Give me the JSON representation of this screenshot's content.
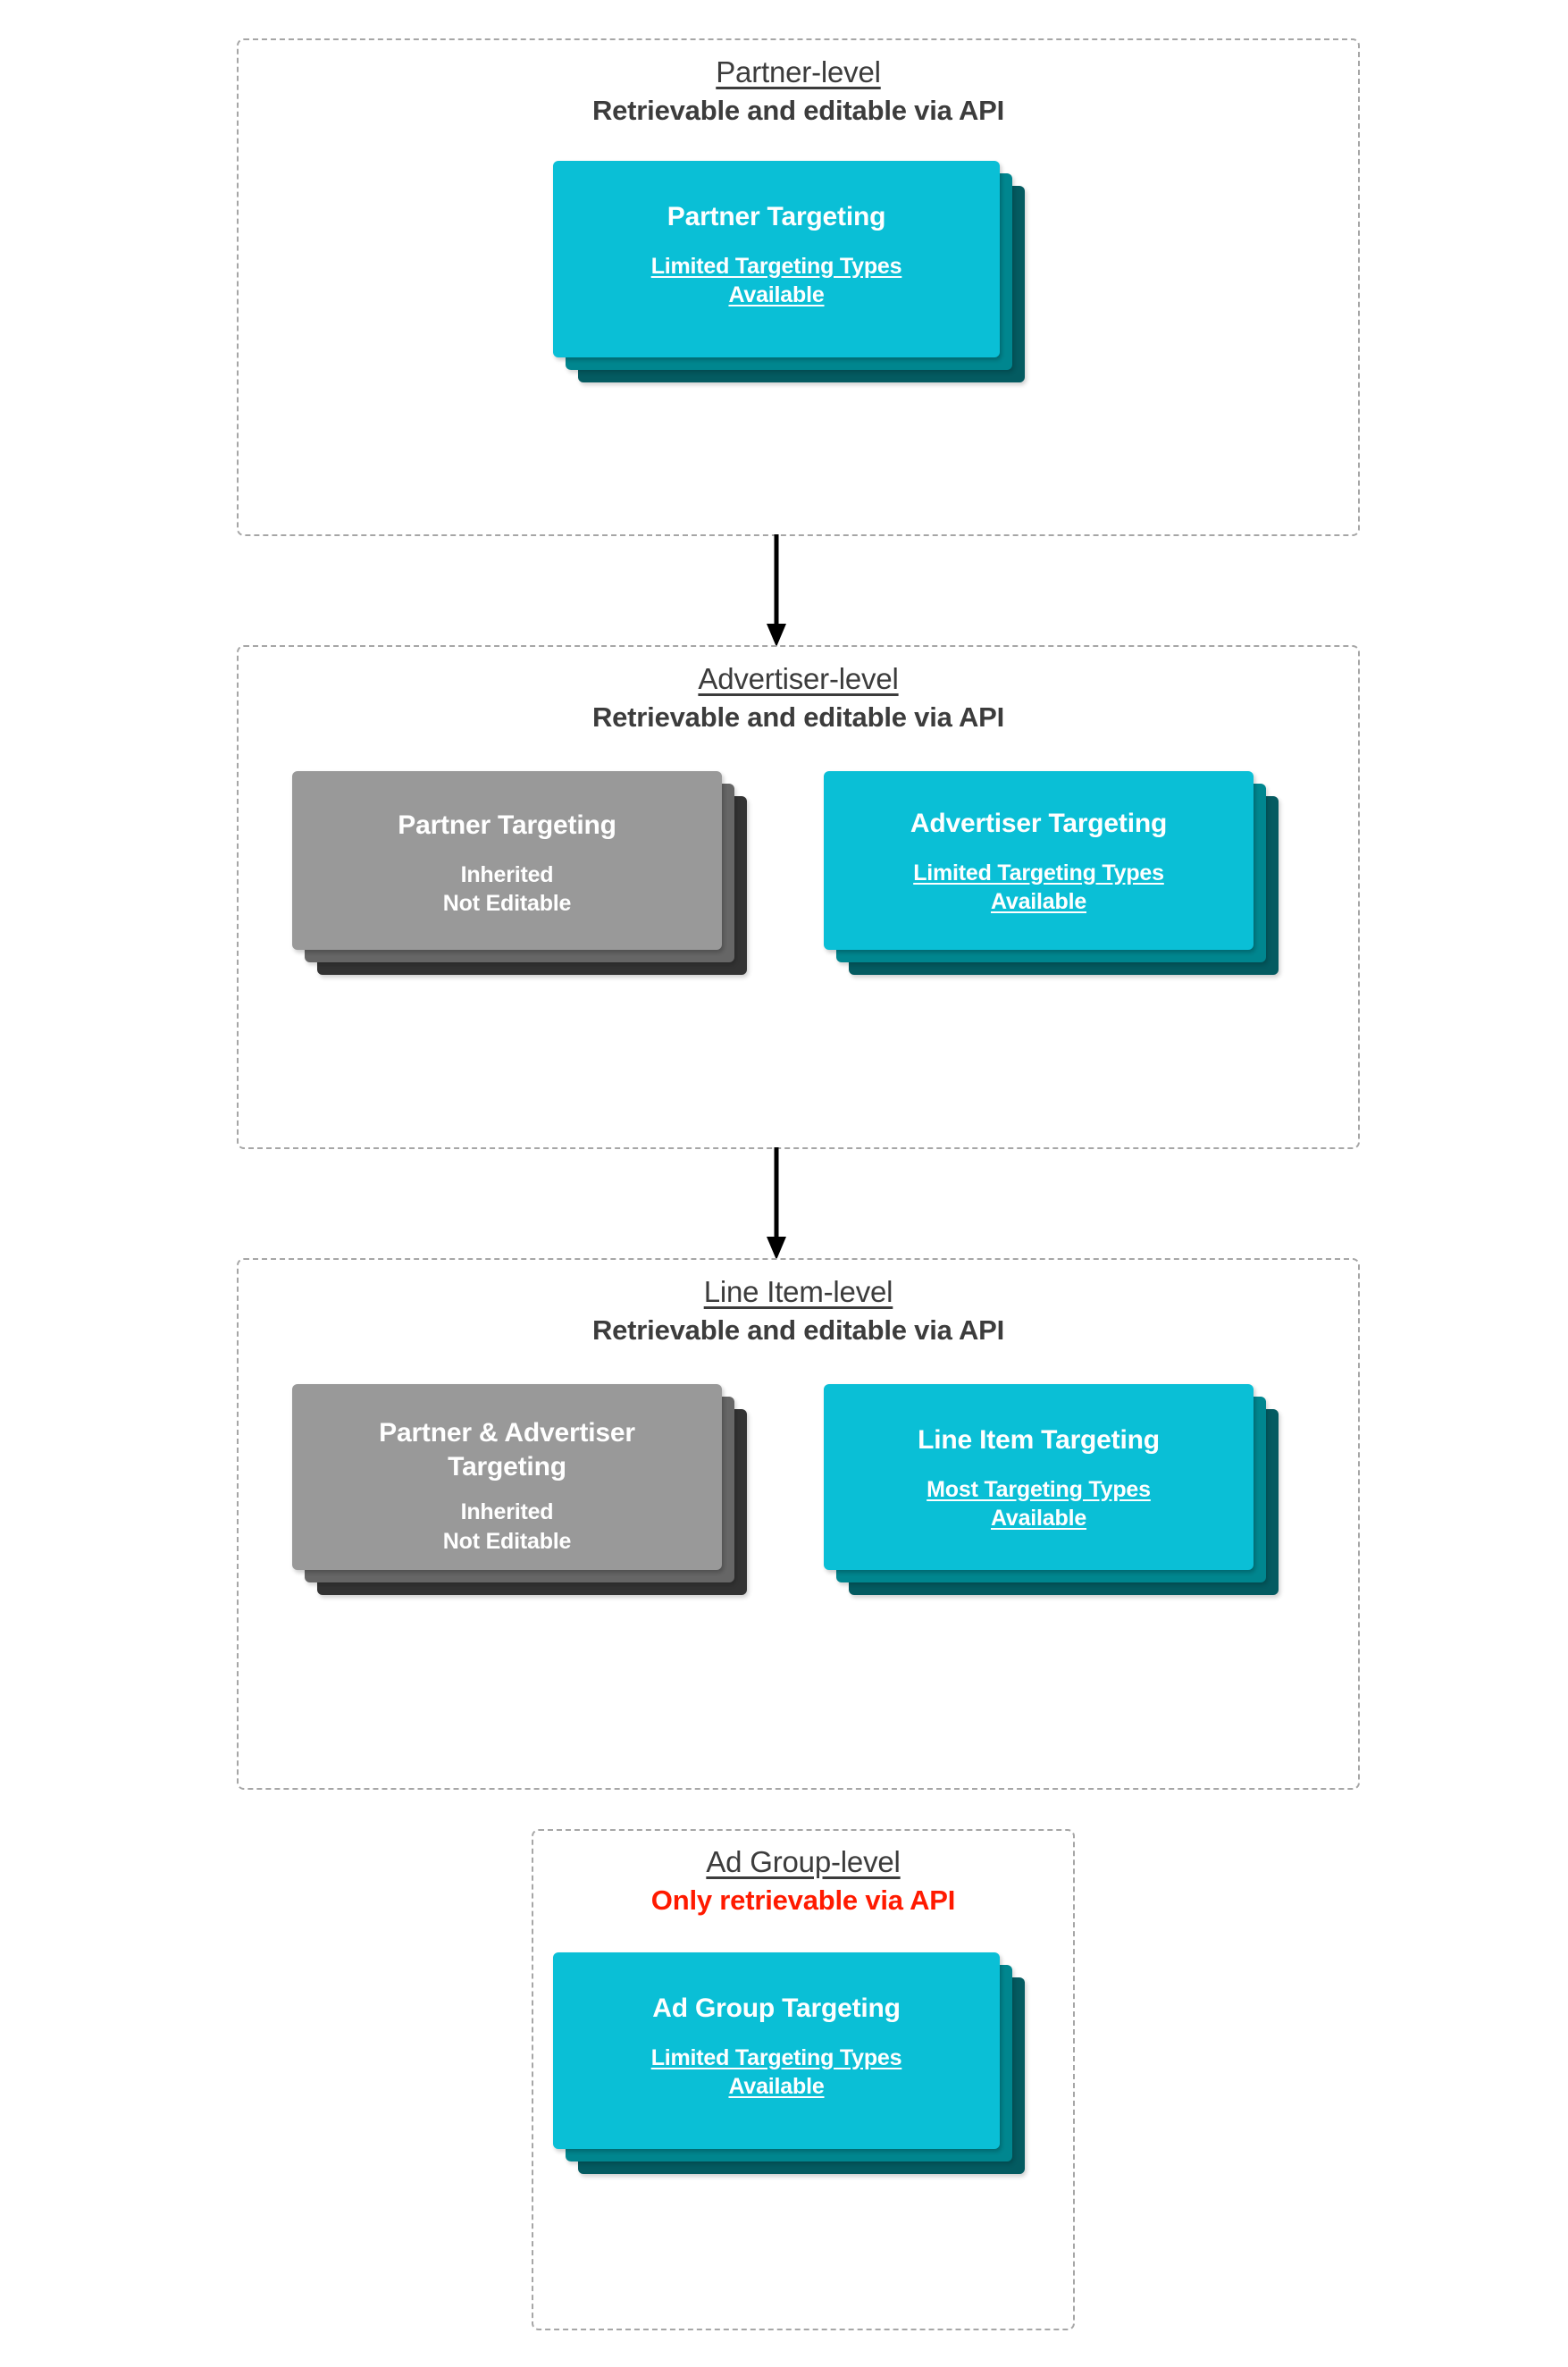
{
  "diagram": {
    "title_context": "Targeting inheritance across API levels",
    "colors": {
      "card_cyan_front": "#0ABFD6",
      "card_cyan_mid": "#00868F",
      "card_cyan_back": "#045B61",
      "card_gray_front": "#999999",
      "card_gray_mid": "#666666",
      "card_gray_back": "#333333",
      "heading_text": "#3c3c3c",
      "warning_text": "#ff1a00",
      "dashed_border": "#a6a6a6",
      "arrow": "#000000"
    },
    "levels": [
      {
        "id": "partner",
        "title": "Partner-level",
        "subtitle": "Retrievable and editable via API",
        "subtitle_is_warning": false,
        "cards": [
          {
            "id": "partner-targeting",
            "title": "Partner Targeting",
            "sub": "Limited Targeting Types Available",
            "sub_underlined": true,
            "variant": "cyan"
          }
        ]
      },
      {
        "id": "advertiser",
        "title": "Advertiser-level",
        "subtitle": "Retrievable and editable via API",
        "subtitle_is_warning": false,
        "cards": [
          {
            "id": "advertiser-inherited-partner",
            "title": "Partner Targeting",
            "sub": "Inherited\nNot Editable",
            "sub_underlined": false,
            "variant": "gray"
          },
          {
            "id": "advertiser-targeting",
            "title": "Advertiser Targeting",
            "sub": "Limited Targeting Types Available",
            "sub_underlined": true,
            "variant": "cyan"
          }
        ]
      },
      {
        "id": "lineitem",
        "title": "Line Item-level",
        "subtitle": "Retrievable and editable via API",
        "subtitle_is_warning": false,
        "cards": [
          {
            "id": "lineitem-inherited",
            "title": "Partner & Advertiser Targeting",
            "sub": "Inherited\nNot Editable",
            "sub_underlined": false,
            "variant": "gray"
          },
          {
            "id": "lineitem-targeting",
            "title": "Line Item Targeting",
            "sub": "Most Targeting Types Available",
            "sub_underlined": true,
            "variant": "cyan"
          }
        ]
      },
      {
        "id": "adgroup",
        "title": "Ad Group-level",
        "subtitle": "Only retrievable via API",
        "subtitle_is_warning": true,
        "cards": [
          {
            "id": "adgroup-targeting",
            "title": "Ad Group Targeting",
            "sub": "Limited Targeting Types Available",
            "sub_underlined": true,
            "variant": "cyan"
          }
        ]
      }
    ],
    "cards": {
      "partner_targeting": {
        "title": "Partner Targeting",
        "sub_line1": "Limited Targeting Types",
        "sub_line2": "Available"
      },
      "advertiser_inherited_partner": {
        "title": "Partner Targeting",
        "sub_line1": "Inherited",
        "sub_line2": "Not Editable"
      },
      "advertiser_targeting": {
        "title": "Advertiser Targeting",
        "sub_line1": "Limited Targeting Types",
        "sub_line2": "Available"
      },
      "lineitem_inherited": {
        "title_line1": "Partner & Advertiser",
        "title_line2": "Targeting",
        "sub_line1": "Inherited",
        "sub_line2": "Not Editable"
      },
      "lineitem_targeting": {
        "title": "Line Item Targeting",
        "sub_line1": "Most Targeting Types",
        "sub_line2": "Available"
      },
      "adgroup_targeting": {
        "title": "Ad Group Targeting",
        "sub_line1": "Limited Targeting Types",
        "sub_line2": "Available"
      }
    },
    "arrows": [
      {
        "id": "arrow-partner-to-advertiser",
        "from": "partner",
        "to": "advertiser"
      },
      {
        "id": "arrow-advertiser-to-lineitem",
        "from": "advertiser",
        "to": "lineitem"
      }
    ]
  }
}
